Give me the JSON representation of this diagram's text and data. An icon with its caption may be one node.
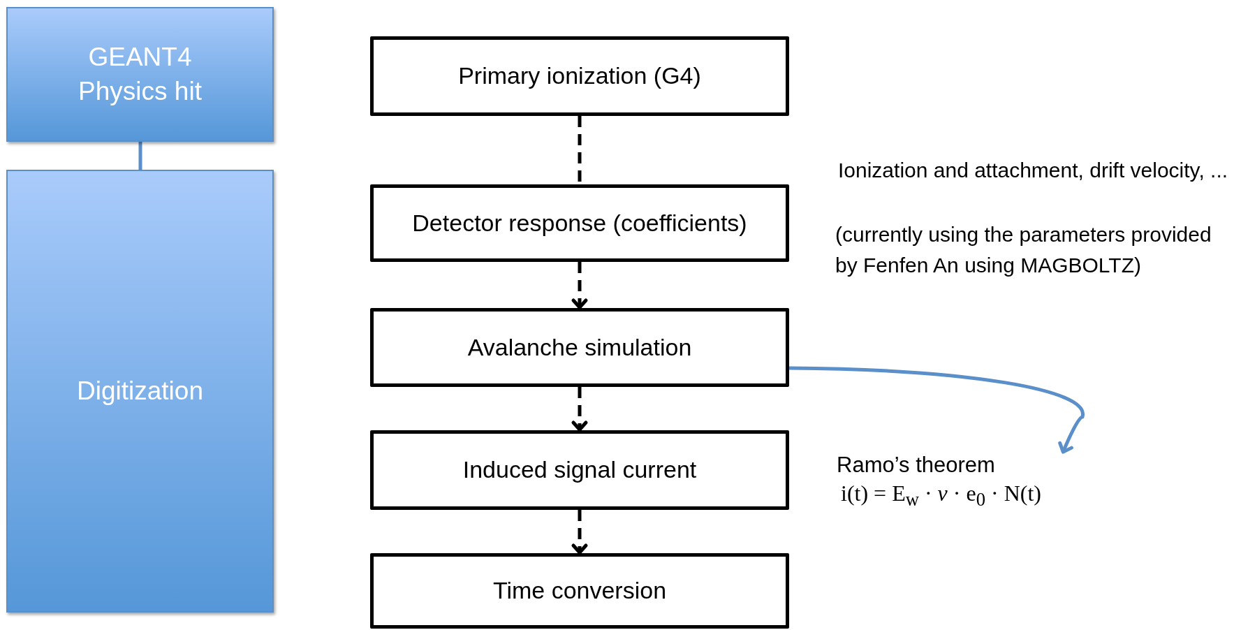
{
  "diagram": {
    "nodes": [
      {
        "text": [
          "GEANT4 Physics hit"
        ]
      },
      {
        "text": [
          "Digitization"
        ]
      },
      {
        "text": [
          "Primary ionization (G4)"
        ]
      },
      {
        "text": [
          "Detector response (coefficients)"
        ]
      },
      {
        "text": [
          "Avalanche simulation"
        ]
      },
      {
        "text": [
          "Induced signal current"
        ]
      },
      {
        "text": [
          "Time conversion"
        ]
      },
      {
        "text": [
          "Ramo’s theorem",
          "i(t) = E$_{w}$ · *ν* · e$_{0}$ · N(t)"
        ]
      }
    ],
    "edges": [
      {
        "from": 0,
        "to": 1,
        "arrow": "none",
        "color": "#5b8fc9"
      },
      {
        "from": 2,
        "to": 3,
        "arrow": "none",
        "style": "dashed"
      },
      {
        "from": 3,
        "to": 4,
        "arrow": "to",
        "style": "dashed"
      },
      {
        "from": 4,
        "to": 5,
        "arrow": "to",
        "style": "dashed"
      },
      {
        "from": 5,
        "to": 6,
        "arrow": "to",
        "style": "dashed"
      },
      {
        "from": 4,
        "to": 7,
        "arrow": "to",
        "color": "#5b8fc9"
      }
    ],
    "labels": [
      "Ionization and attachment, drift velocity, ...",
      "(currently using the parameters provided by Fenfen An using MAGBOLTZ)"
    ]
  }
}
